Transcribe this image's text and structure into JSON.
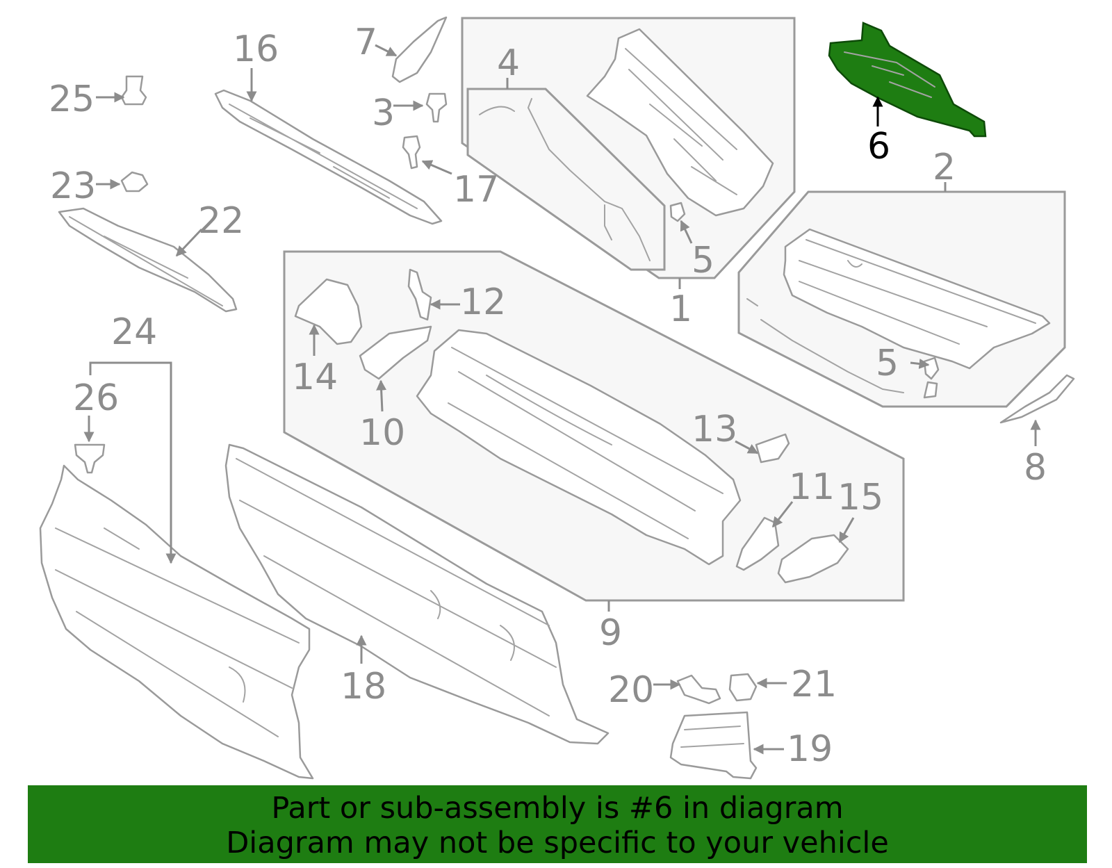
{
  "colors": {
    "highlight": "#1e7d12",
    "outline": "#9a9a9a",
    "label": "#8c8c8c",
    "banner": "#1e7d12"
  },
  "highlighted_part": "6",
  "labels": [
    "1",
    "2",
    "3",
    "4",
    "5",
    "5",
    "6",
    "7",
    "8",
    "9",
    "10",
    "11",
    "12",
    "13",
    "14",
    "15",
    "16",
    "17",
    "18",
    "19",
    "20",
    "21",
    "22",
    "23",
    "24",
    "25",
    "26"
  ],
  "banner": {
    "line1": "Part or sub-assembly is #6 in diagram",
    "line2": "Diagram may not be specific to your vehicle"
  }
}
